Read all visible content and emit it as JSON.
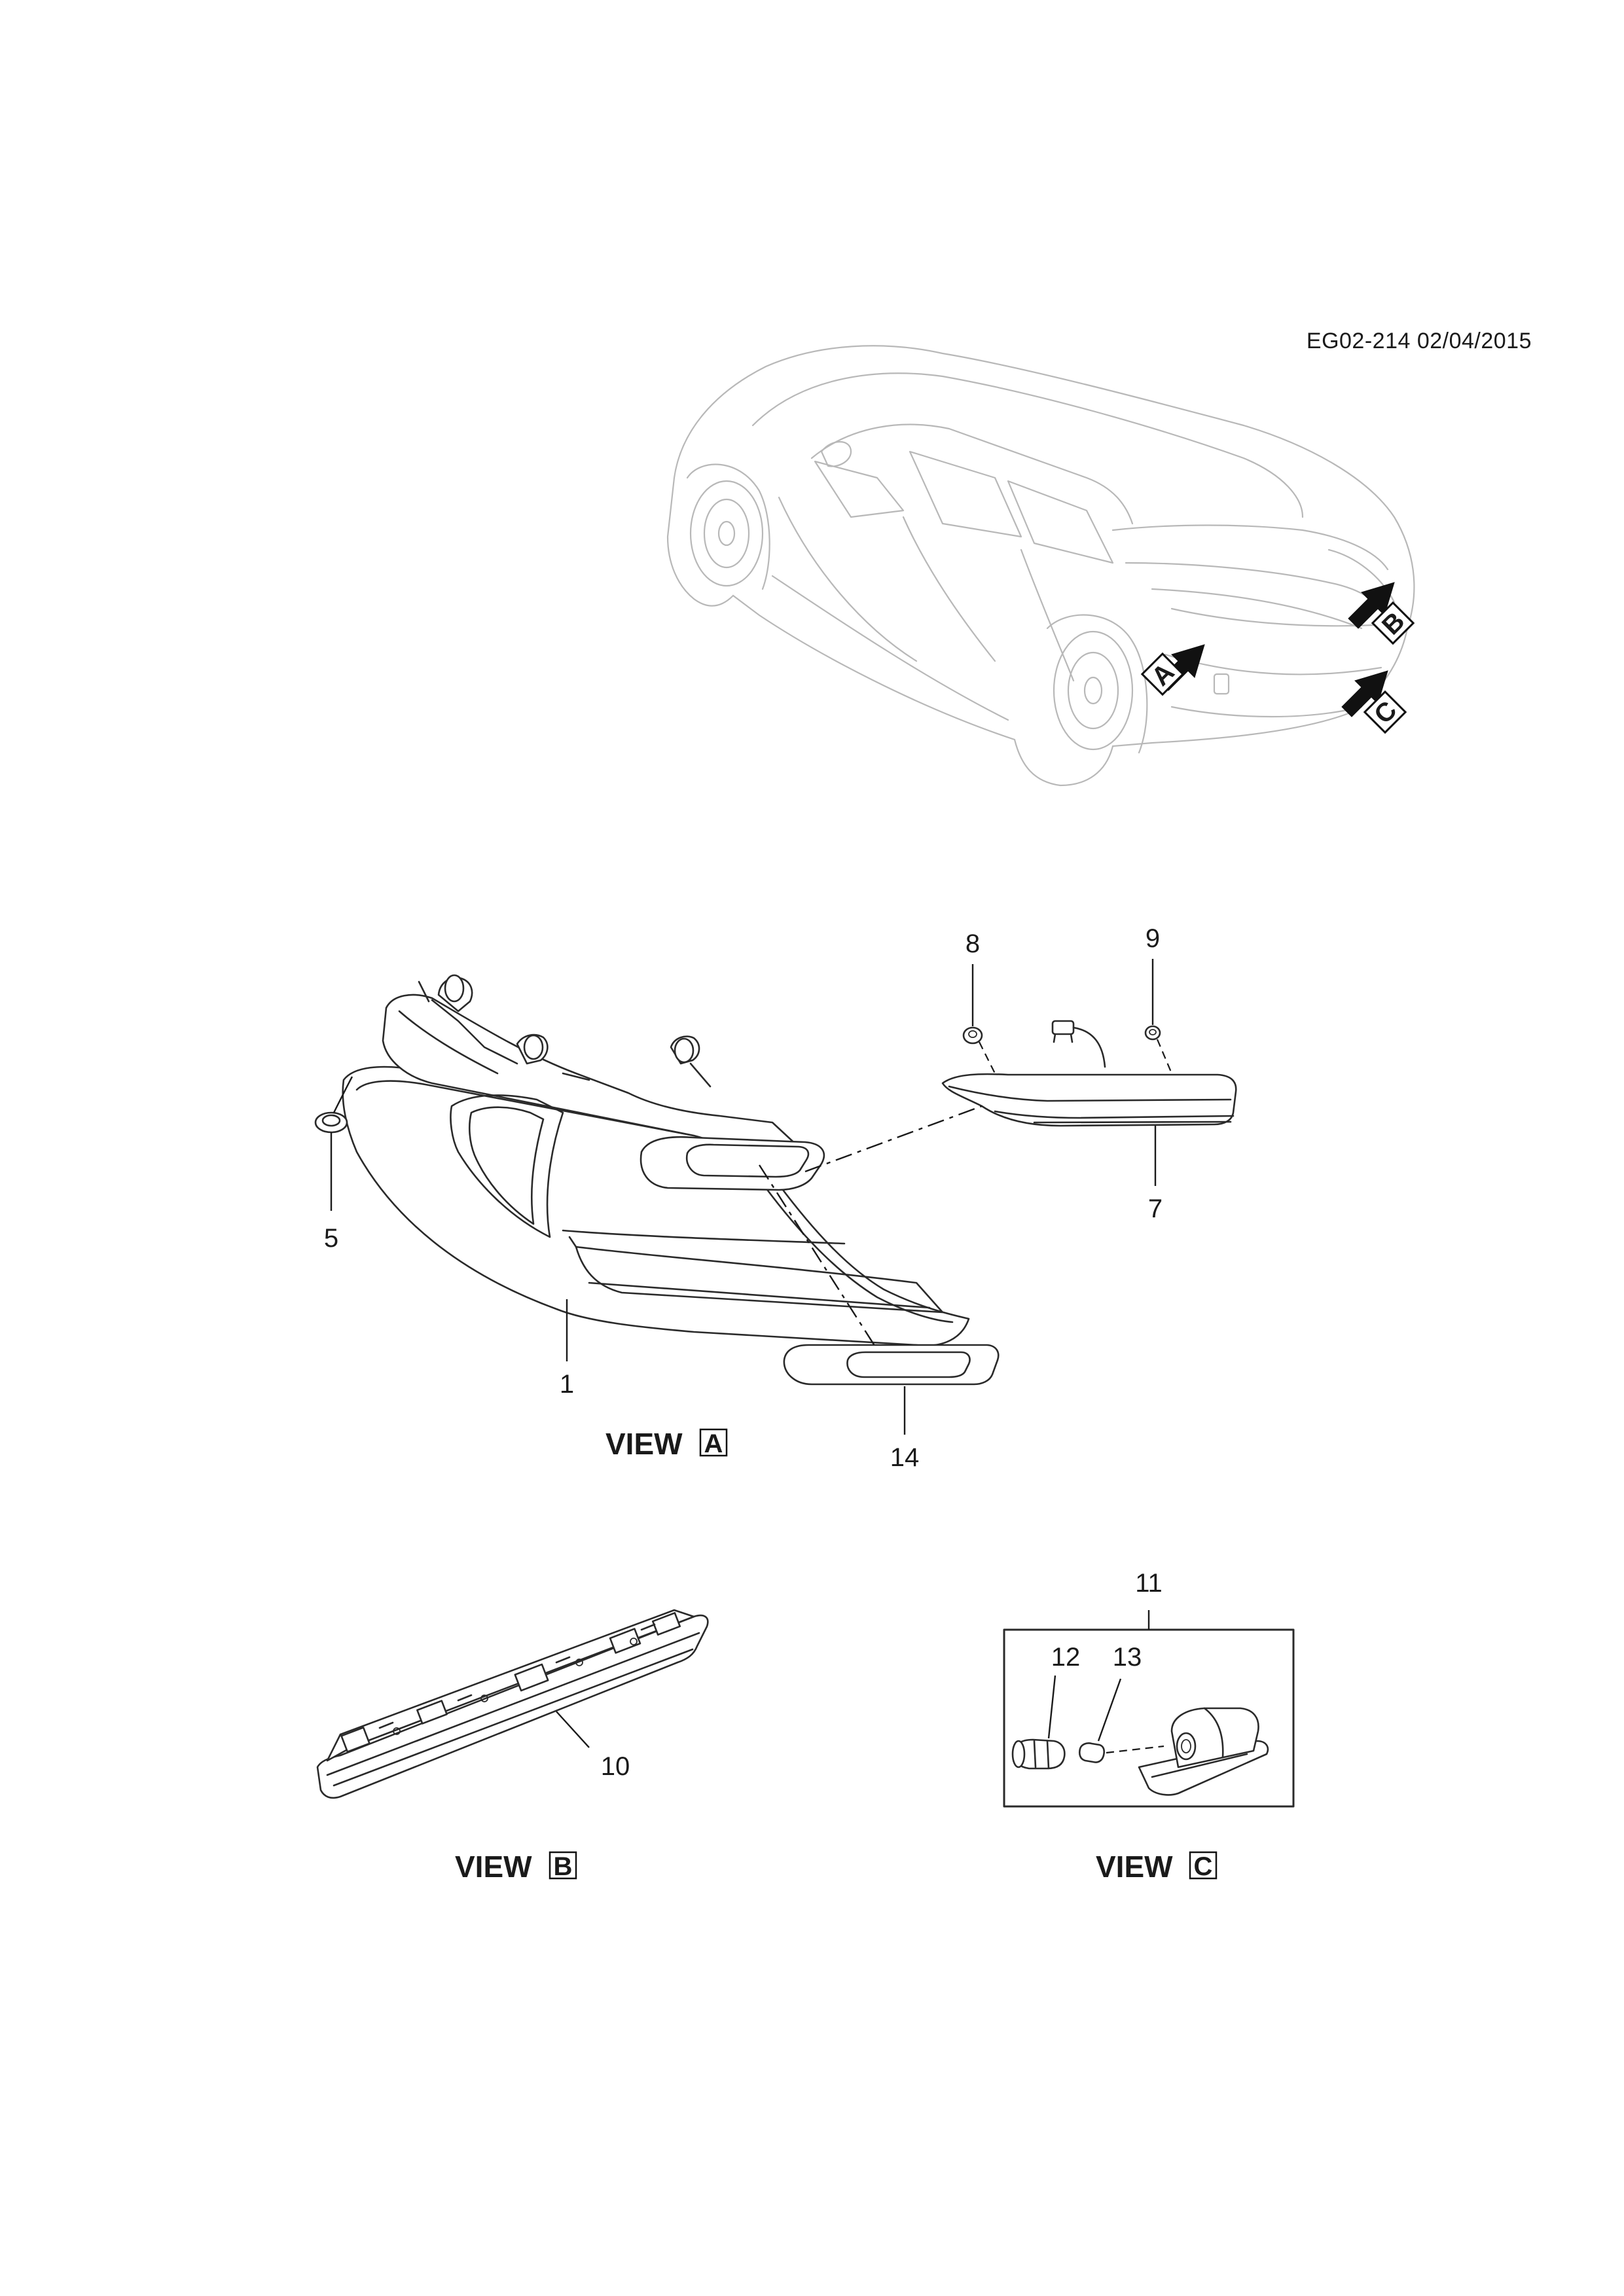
{
  "header": {
    "reference": "EG02-214 02/04/2015"
  },
  "vehicle_view": {
    "arrows": [
      {
        "letter": "A"
      },
      {
        "letter": "B"
      },
      {
        "letter": "C"
      }
    ]
  },
  "views": [
    {
      "prefix": "VIEW",
      "letter": "A"
    },
    {
      "prefix": "VIEW",
      "letter": "B"
    },
    {
      "prefix": "VIEW",
      "letter": "C"
    }
  ],
  "callouts": {
    "c1": "1",
    "c5": "5",
    "c7": "7",
    "c8": "8",
    "c9": "9",
    "c10": "10",
    "c11": "11",
    "c12": "12",
    "c13": "13",
    "c14": "14"
  },
  "colors": {
    "line": "#2a2a2a",
    "ghost_vehicle": "#b8b8b8",
    "background": "#ffffff"
  }
}
